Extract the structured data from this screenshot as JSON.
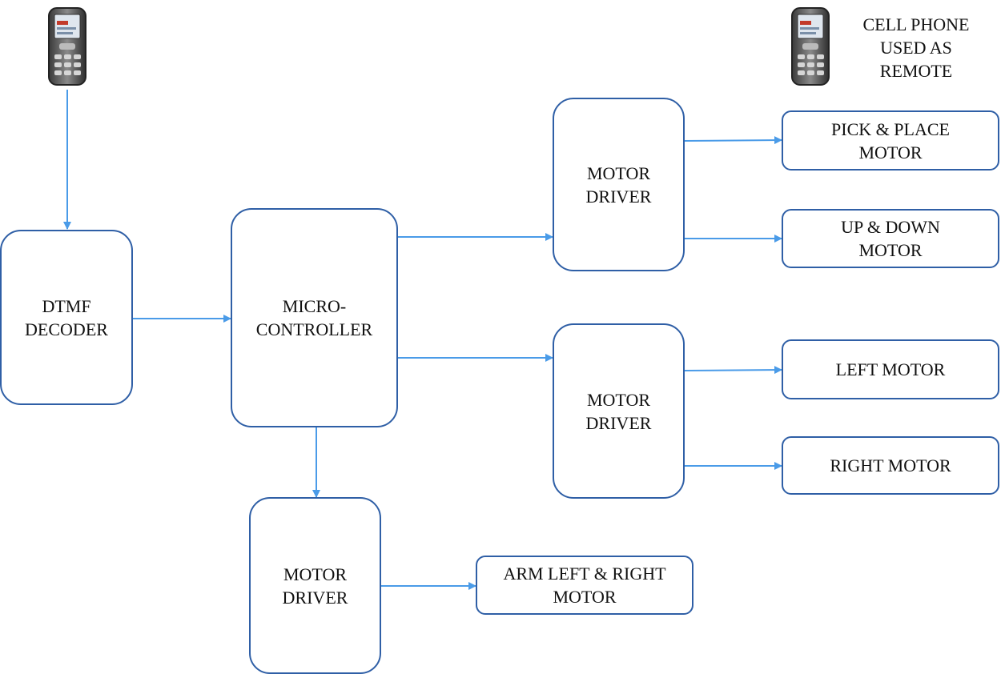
{
  "colors": {
    "box_border": "#2f5fa6",
    "arrow": "#4a9be8",
    "text": "#111111"
  },
  "caption": {
    "line1": "CELL PHONE",
    "line2": "USED AS",
    "line3": "REMOTE"
  },
  "blocks": {
    "dtmf": {
      "line1": "DTMF",
      "line2": "DECODER"
    },
    "mcu": {
      "line1": "MICRO-",
      "line2": "CONTROLLER"
    },
    "driver_top": {
      "line1": "MOTOR",
      "line2": "DRIVER"
    },
    "driver_mid": {
      "line1": "MOTOR",
      "line2": "DRIVER"
    },
    "driver_bottom": {
      "line1": "MOTOR",
      "line2": "DRIVER"
    },
    "pick_place": {
      "line1": "PICK & PLACE",
      "line2": "MOTOR"
    },
    "up_down": {
      "line1": "UP & DOWN",
      "line2": "MOTOR"
    },
    "left_motor": {
      "line1": "LEFT MOTOR"
    },
    "right_motor": {
      "line1": "RIGHT MOTOR"
    },
    "arm_motor": {
      "line1": "ARM LEFT & RIGHT",
      "line2": "MOTOR"
    }
  },
  "icons": {
    "phone": "cell-phone-icon"
  }
}
